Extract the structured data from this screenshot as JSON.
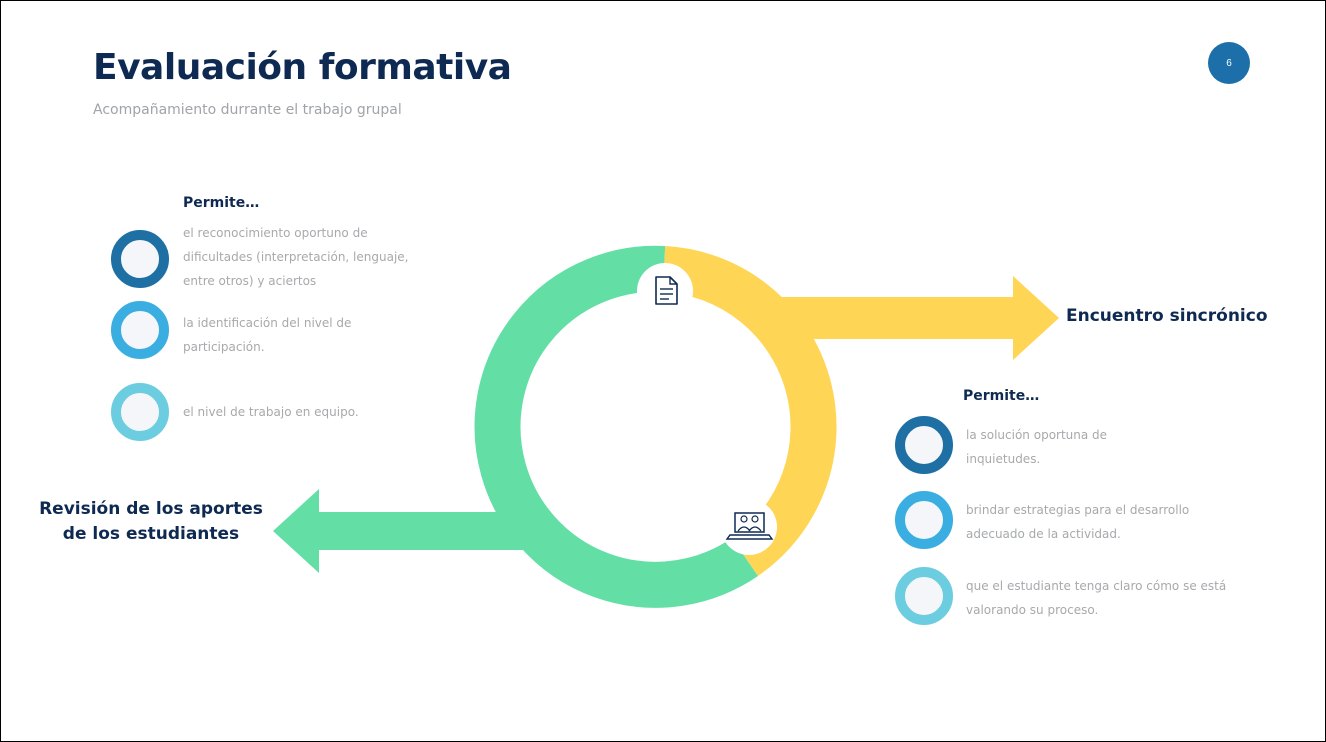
{
  "header": {
    "title": "Evaluación formativa",
    "subtitle": "Acompañamiento durrante el trabajo grupal",
    "page_number": "6"
  },
  "left_panel": {
    "heading": "Permite…",
    "items": [
      {
        "text": "el reconocimiento oportuno de\ndificultades (interpretación, lenguaje,\nentre otros)  y aciertos",
        "ring_color": "#1e6fa3"
      },
      {
        "text": "la identificación del nivel de\nparticipación.",
        "ring_color": "#3aaee0"
      },
      {
        "text": "el nivel de trabajo en equipo.",
        "ring_color": "#6dcde0"
      }
    ]
  },
  "right_panel": {
    "heading": "Permite…",
    "items": [
      {
        "text": "la solución oportuna  de\ninquietudes.",
        "ring_color": "#1e6fa3"
      },
      {
        "text": "brindar estrategias para el desarrollo\nadecuado de la actividad.",
        "ring_color": "#3aaee0"
      },
      {
        "text": "que el estudiante tenga claro cómo se está\nvalorando su proceso.",
        "ring_color": "#6dcde0"
      }
    ]
  },
  "flow": {
    "right_label": "Encuentro sincrónico",
    "left_label": "Revisión de los aportes\nde los estudiantes",
    "top_icon": "document-icon",
    "bottom_icon": "video-conference-icon",
    "colors": {
      "green": "#63dfa6",
      "yellow": "#ffd556",
      "navy": "#0f2a52"
    }
  }
}
